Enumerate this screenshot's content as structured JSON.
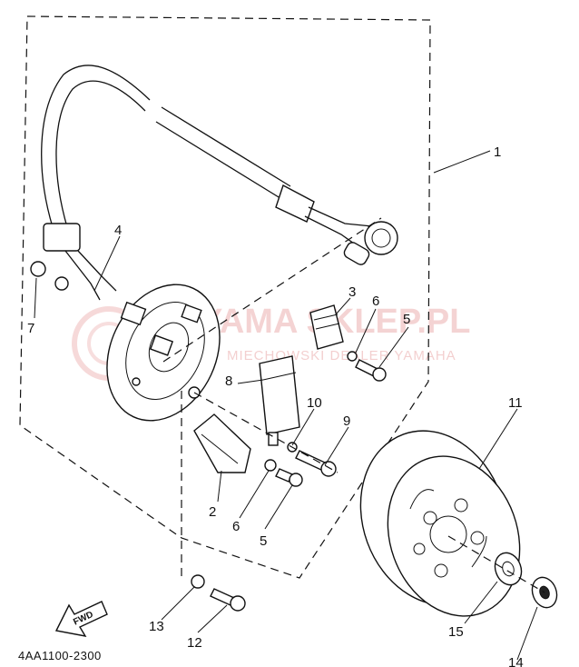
{
  "diagram": {
    "drawing_code": "4AA1100-2300",
    "direction_arrow_label": "FWD",
    "watermark": {
      "brand": "YAMA SKLEP.PL",
      "tagline": "MIECHOWSKI DEALER YAMAHA"
    },
    "callouts": [
      "1",
      "2",
      "4",
      "5",
      "5",
      "6",
      "6",
      "7",
      "8",
      "9",
      "10",
      "11",
      "12",
      "13",
      "14",
      "15",
      "3"
    ]
  }
}
